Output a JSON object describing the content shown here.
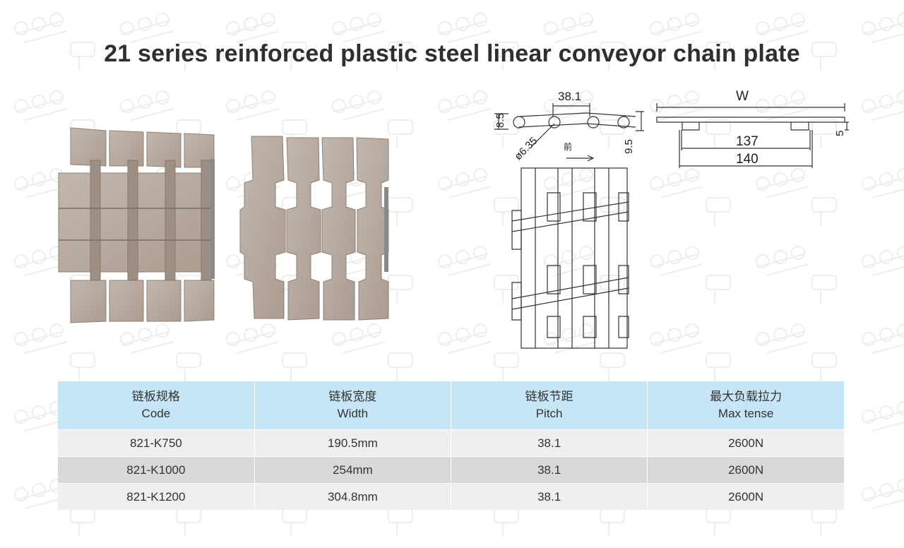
{
  "page": {
    "title": "21 series reinforced plastic steel linear conveyor chain plate"
  },
  "drawing": {
    "side_view": {
      "pitch": "38.1",
      "height": "8.5",
      "hole": "ø6.35",
      "thickness": "9.5",
      "direction_glyph": "前"
    },
    "section_view": {
      "width": "W",
      "inner": "137",
      "outer": "140",
      "depth": "5"
    }
  },
  "spec_table": {
    "headers": [
      {
        "cn": "链板规格",
        "en": "Code"
      },
      {
        "cn": "链板宽度",
        "en": "Width"
      },
      {
        "cn": "链板节距",
        "en": "Pitch"
      },
      {
        "cn": "最大负载拉力",
        "en": "Max tense"
      }
    ],
    "rows": [
      {
        "code": "821-K750",
        "width": "190.5mm",
        "pitch": "38.1",
        "max_tense": "2600N"
      },
      {
        "code": "821-K1000",
        "width": "254mm",
        "pitch": "38.1",
        "max_tense": "2600N"
      },
      {
        "code": "821-K1200",
        "width": "304.8mm",
        "pitch": "38.1",
        "max_tense": "2600N"
      }
    ]
  },
  "colors": {
    "header_bg": "#c6e5f6",
    "row_light": "#efefef",
    "row_dark": "#d9d9d9",
    "plate": "#b9aca2"
  }
}
